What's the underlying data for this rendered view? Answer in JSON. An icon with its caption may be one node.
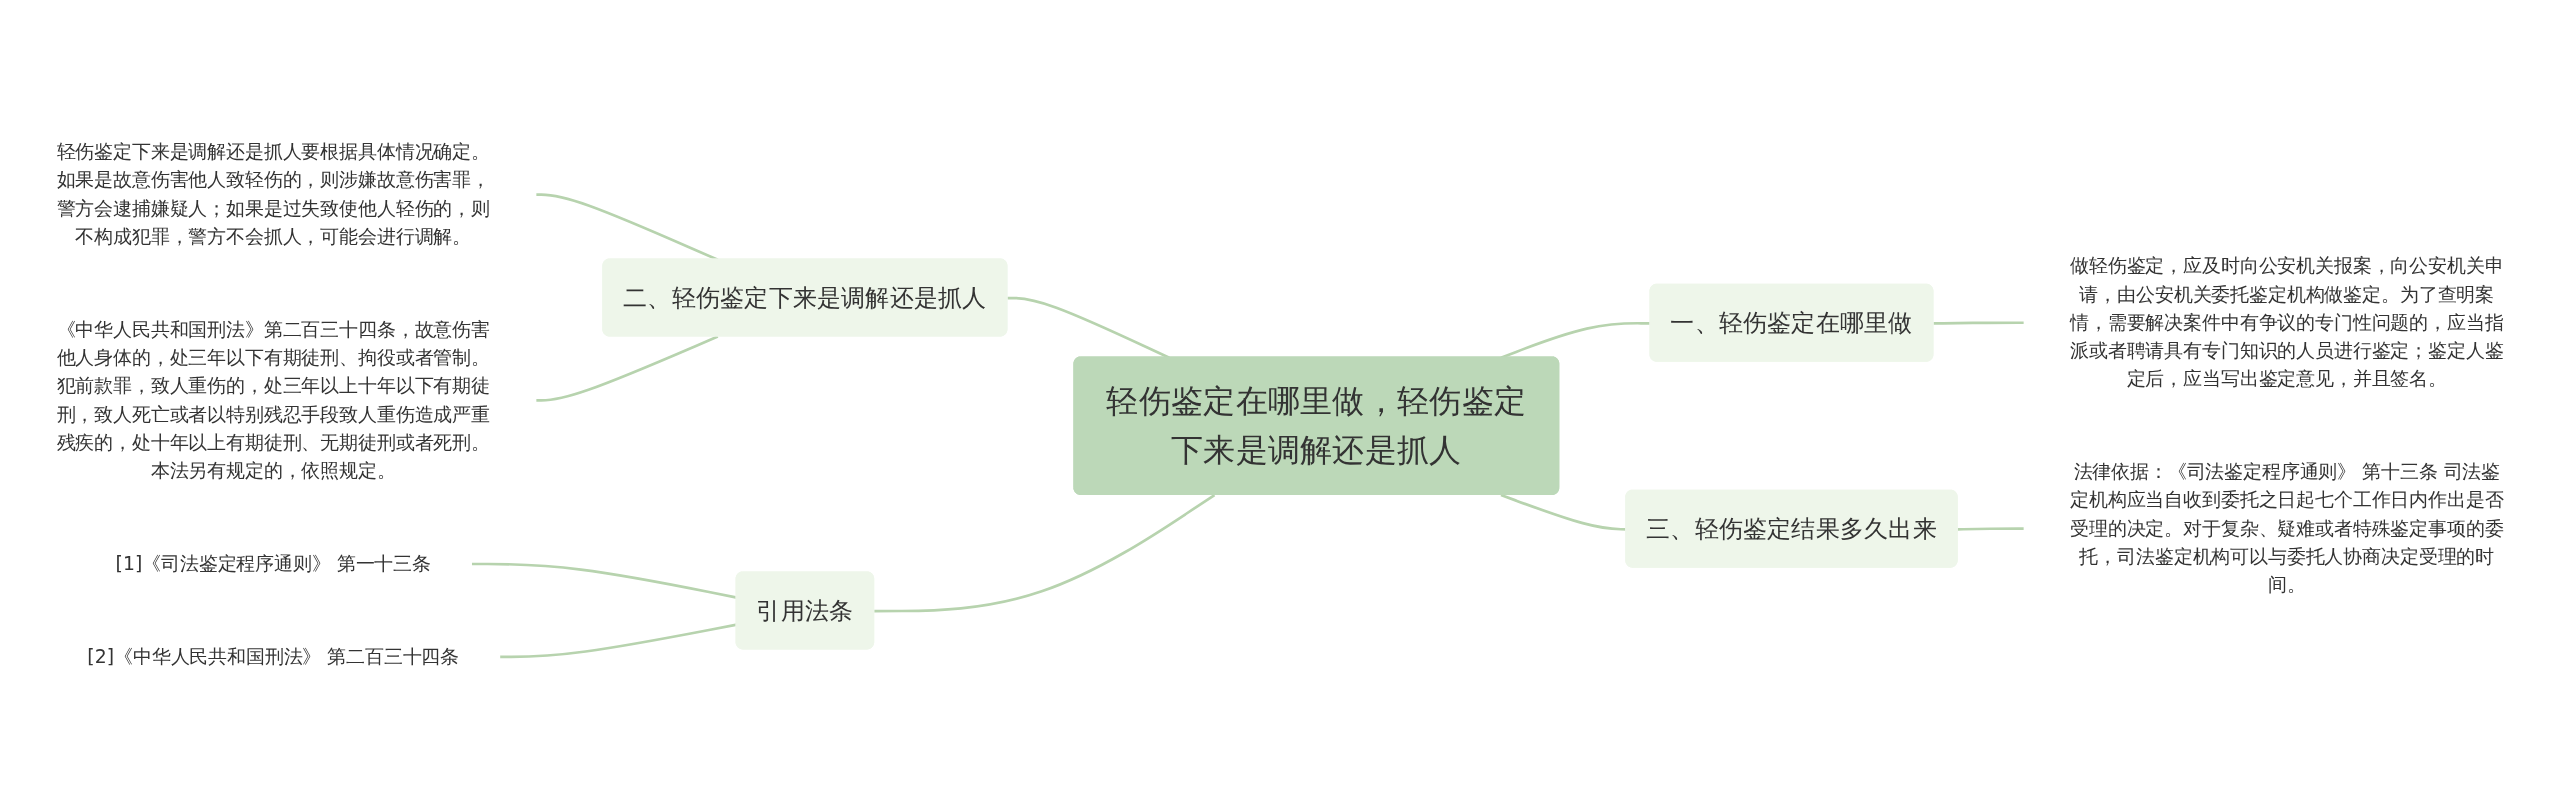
{
  "diagram": {
    "nodes": [
      {
        "text": [
          "轻伤鉴定在哪里做，轻伤鉴定下来是调解还是抓人"
        ]
      },
      {
        "text": [
          "二、轻伤鉴定下来是调解还是抓人"
        ]
      },
      {
        "text": [
          "轻伤鉴定下来是调解还是抓人要根据具体情况确定。如果是故意伤害他人致轻伤的，则涉嫌故意伤害罪，警方会逮捕嫌疑人；如果是过失致使他人轻伤的，则不构成犯罪，警方不会抓人，可能会进行调解。"
        ]
      },
      {
        "text": [
          "《中华人民共和国刑法》第二百三十四条，故意伤害他人身体的，处三年以下有期徒刑、拘役或者管制。犯前款罪，致人重伤的，处三年以上十年以下有期徒刑，致人死亡或者以特别残忍手段致人重伤造成严重残疾的，处十年以上有期徒刑、无期徒刑或者死刑。本法另有规定的，依照规定。"
        ]
      },
      {
        "text": [
          "引用法条"
        ]
      },
      {
        "text": [
          "[1]《司法鉴定程序通则》 第一十三条"
        ]
      },
      {
        "text": [
          "[2]《中华人民共和国刑法》 第二百三十四条"
        ]
      },
      {
        "text": [
          "一、轻伤鉴定在哪里做"
        ]
      },
      {
        "text": [
          "做轻伤鉴定，应及时向公安机关报案，向公安机关申请，由公安机关委托鉴定机构做鉴定。为了查明案情，需要解决案件中有争议的专门性问题的，应当指派或者聘请具有专门知识的人员进行鉴定；鉴定人鉴定后，应当写出鉴定意见，并且签名。"
        ]
      },
      {
        "text": [
          "三、轻伤鉴定结果多久出来"
        ]
      },
      {
        "text": [
          "法律依据：《司法鉴定程序通则》 第十三条 司法鉴定机构应当自收到委托之日起七个工作日内作出是否受理的决定。对于复杂、疑难或者特殊鉴定事项的委托，司法鉴定机构可以与委托人协商决定受理的时间。"
        ]
      }
    ],
    "edges": [
      {
        "from": 1,
        "to": 0,
        "arrow": "none"
      },
      {
        "from": 2,
        "to": 1,
        "arrow": "none"
      },
      {
        "from": 3,
        "to": 1,
        "arrow": "none"
      },
      {
        "from": 4,
        "to": 0,
        "arrow": "none"
      },
      {
        "from": 5,
        "to": 4,
        "arrow": "none"
      },
      {
        "from": 6,
        "to": 4,
        "arrow": "none"
      },
      {
        "from": 0,
        "to": 7,
        "arrow": "none"
      },
      {
        "from": 7,
        "to": 8,
        "arrow": "none"
      },
      {
        "from": 0,
        "to": 9,
        "arrow": "none"
      },
      {
        "from": 9,
        "to": 10,
        "arrow": "none"
      }
    ]
  }
}
